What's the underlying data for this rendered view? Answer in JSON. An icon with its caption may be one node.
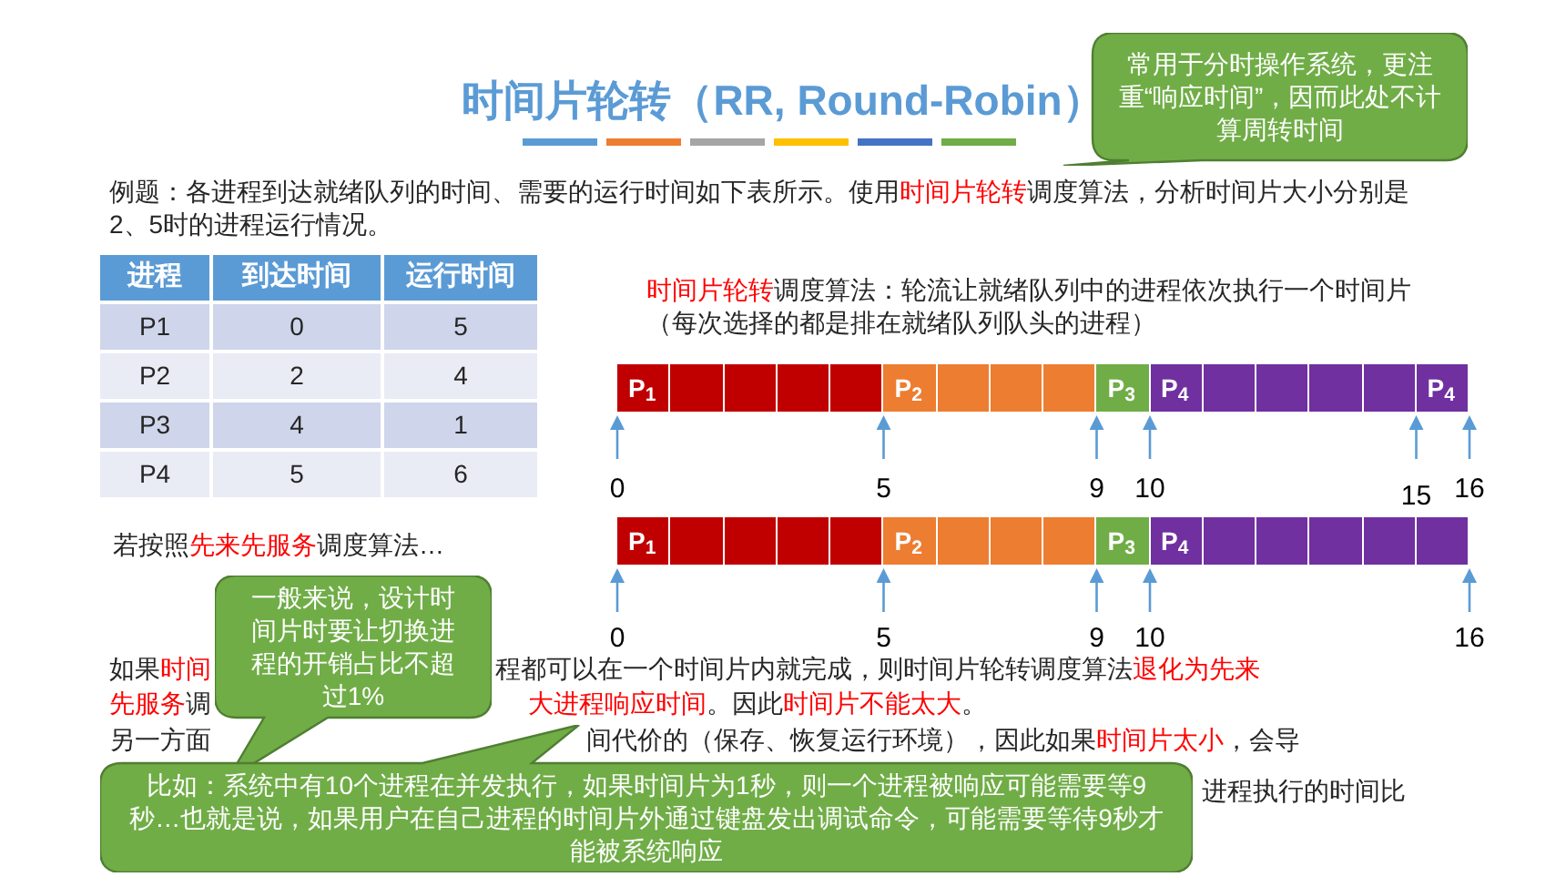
{
  "diagram": {
    "title": "时间片轮转（RR, Round-Robin）",
    "nodes": [
      {
        "text": [
          "常用于分时操作系统，更注重“响应时间”，因而此处不计算周转时间"
        ]
      },
      {
        "text": [
          "P$_{1}$"
        ]
      },
      {
        "text": [],
        "shape": "box"
      },
      {
        "text": [],
        "shape": "box"
      },
      {
        "text": [],
        "shape": "box"
      },
      {
        "text": [],
        "shape": "box"
      },
      {
        "text": [
          "P$_{2}$"
        ]
      },
      {
        "text": [],
        "shape": "box"
      },
      {
        "text": [],
        "shape": "box"
      },
      {
        "text": [],
        "shape": "box"
      },
      {
        "text": [
          "P$_{3}$"
        ]
      },
      {
        "text": [
          "P$_{4}$"
        ]
      },
      {
        "text": [],
        "shape": "box"
      },
      {
        "text": [],
        "shape": "box"
      },
      {
        "text": [],
        "shape": "box"
      },
      {
        "text": [],
        "shape": "box"
      },
      {
        "text": [
          "P$_{4}$"
        ]
      },
      {
        "text": [
          "P$_{1}$"
        ]
      },
      {
        "text": [],
        "shape": "box"
      },
      {
        "text": [],
        "shape": "box"
      },
      {
        "text": [],
        "shape": "box"
      },
      {
        "text": [],
        "shape": "box"
      },
      {
        "text": [
          "P$_{2}$"
        ]
      },
      {
        "text": [],
        "shape": "box"
      },
      {
        "text": [],
        "shape": "box"
      },
      {
        "text": [],
        "shape": "box"
      },
      {
        "text": [
          "P$_{3}$"
        ]
      },
      {
        "text": [
          "P$_{4}$"
        ]
      },
      {
        "text": [],
        "shape": "box"
      },
      {
        "text": [],
        "shape": "box"
      },
      {
        "text": [],
        "shape": "box"
      },
      {
        "text": [],
        "shape": "box"
      },
      {
        "text": [],
        "shape": "box"
      },
      {
        "text": [
          "一般来说，设计时间片时要让切换进程的开销占比不超过1%"
        ]
      },
      {
        "text": [
          "比如：系统中有10个进程在并发执行，如果时间片为1秒，则一个进程被响应可能需要等9秒…也就是说，如果用户在自己进程的时间片外通过键盘发出调试命令，可能需要等待9秒才能被系统响应"
        ]
      }
    ],
    "labels": [
      "例题：各进程到达就绪队列的时间、需要的运行时间如下表所示。使用**时间片轮转**调度算法，分析时间片大小分别是2、5时的进程运行情况。",
      "进程",
      "到达时间",
      "运行时间",
      "P1",
      "0",
      "5",
      "P2",
      "2",
      "4",
      "P3",
      "4",
      "1",
      "P4",
      "5",
      "6",
      "若按照**先来先服务**调度算法…",
      "**时间片轮转**调度算法：轮流让就绪队列中的进程依次执行一个时间片（每次选择的都是排在就绪队列队头的进程）",
      "0",
      "5",
      "9",
      "10",
      "15",
      "16",
      "0",
      "5",
      "9",
      "10",
      "16",
      "如果**时间**",
      "程都可以在一个时间片内就完成，则时间片轮转调度算法**退化为先来**",
      "**先服务**调",
      "**大进程响应时间**。因此**时间片不能太大**。",
      "另一方面",
      "间代价的（保存、恢复运行环境），因此如果**时间片太小**，会导",
      "进程执行的时间比"
    ]
  }
}
